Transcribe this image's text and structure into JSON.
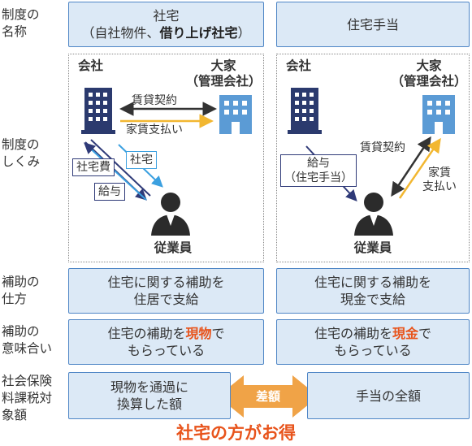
{
  "rows": {
    "name_label": "制度の\n名称",
    "mechanism_label": "制度の\nしくみ",
    "method_label": "補助の\n仕方",
    "meaning_label": "補助の\n意味合い",
    "insurance_label": "社会保険\n料課税対\n象額"
  },
  "left": {
    "name_line1": "社宅",
    "name_line2_a": "（自社物件、",
    "name_line2_b": "借り上げ社宅",
    "name_line2_c": "）",
    "company": "会社",
    "landlord": "大家\n（管理会社）",
    "employee": "従業員",
    "lease": "賃貸契約",
    "rent_payment": "家賃支払い",
    "housing_tag": "社宅",
    "housing_fee_tag": "社宅費",
    "salary_tag": "給与",
    "method_line1": "住宅に関する補助を",
    "method_line2": "住居で支給",
    "meaning_a": "住宅の補助を",
    "meaning_b": "現物",
    "meaning_c": "で",
    "meaning_line2": "もらっている",
    "insurance_line1": "現物を通過に",
    "insurance_line2": "換算した額"
  },
  "right": {
    "name": "住宅手当",
    "company": "会社",
    "landlord": "大家\n（管理会社）",
    "employee": "従業員",
    "salary_tag": "給与\n（住宅手当）",
    "lease": "賃貸契約",
    "rent_payment": "家賃\n支払い",
    "method_line1": "住宅に関する補助を",
    "method_line2": "現金で支給",
    "meaning_a": "住宅の補助を",
    "meaning_b": "現金",
    "meaning_c": "で",
    "meaning_line2": "もらっている",
    "insurance": "手当の全額"
  },
  "difference_label": "差額",
  "conclusion": "社宅の方がお得",
  "colors": {
    "box_fill": "#dce9f6",
    "box_border": "#4f86c6",
    "accent_orange": "#e8541c",
    "arrow_orange": "#f0a347",
    "navy": "#2f3a78",
    "sky": "#3ba0e0",
    "gold": "#f2b731"
  }
}
